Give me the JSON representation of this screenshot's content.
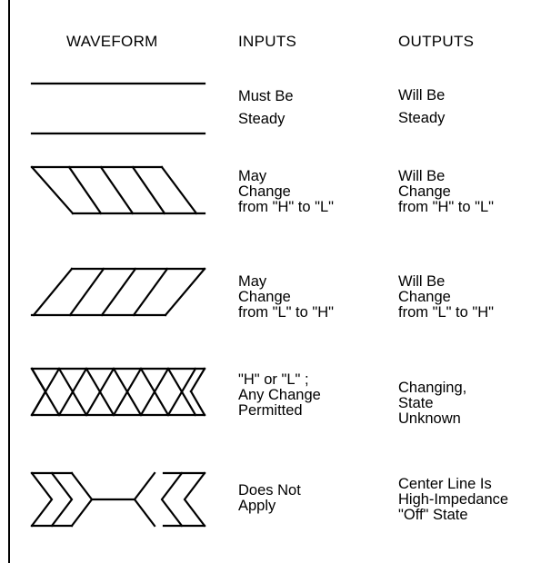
{
  "headers": {
    "waveform": "WAVEFORM",
    "inputs": "INPUTS",
    "outputs": "OUTPUTS"
  },
  "rows": [
    {
      "input": "Must Be\nSteady",
      "output": "Will Be\nSteady"
    },
    {
      "input": "May\nChange\nfrom \"H\" to \"L\"",
      "output": "Will Be\nChange\nfrom \"H\" to \"L\""
    },
    {
      "input": "May\nChange\nfrom \"L\" to \"H\"",
      "output": "Will Be\nChange\nfrom \"L\" to \"H\""
    },
    {
      "input": "\"H\" or \"L\" ;\nAny Change\nPermitted",
      "output": "Changing,\nState\nUnknown"
    },
    {
      "input": "Does Not\nApply",
      "output": "Center Line Is\nHigh-Impedance\n\"Off\" State"
    }
  ]
}
